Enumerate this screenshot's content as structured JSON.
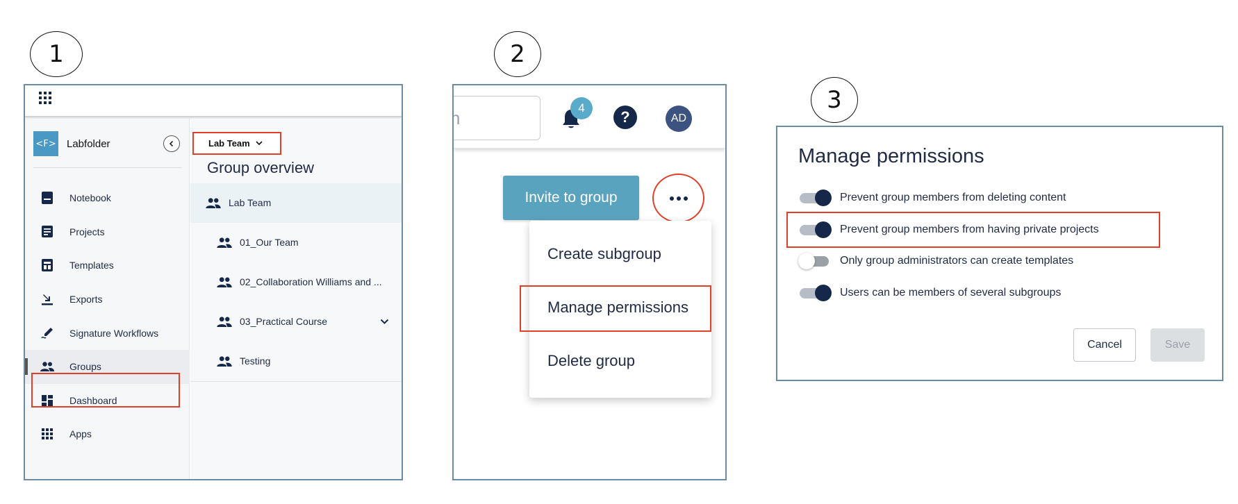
{
  "steps": [
    "1",
    "2",
    "3"
  ],
  "panel1": {
    "brand": {
      "logo_text": "<F>",
      "name": "Labfolder"
    },
    "nav": [
      {
        "label": "Notebook",
        "icon": "notebook-icon"
      },
      {
        "label": "Projects",
        "icon": "projects-icon"
      },
      {
        "label": "Templates",
        "icon": "templates-icon"
      },
      {
        "label": "Exports",
        "icon": "exports-icon"
      },
      {
        "label": "Signature Workflows",
        "icon": "signature-icon"
      },
      {
        "label": "Groups",
        "icon": "groups-icon",
        "active": true
      },
      {
        "label": "Dashboard",
        "icon": "dashboard-icon"
      },
      {
        "label": "Apps",
        "icon": "apps-icon"
      }
    ],
    "team_select": "Lab Team",
    "overview_title": "Group overview",
    "tree": [
      {
        "label": "Lab Team",
        "level": 0
      },
      {
        "label": "01_Our Team",
        "level": 1
      },
      {
        "label": "02_Collaboration Williams and ...",
        "level": 1
      },
      {
        "label": "03_Practical Course",
        "level": 1,
        "expandable": true
      },
      {
        "label": "Testing",
        "level": 1
      }
    ]
  },
  "panel2": {
    "search_value": "h",
    "notification_count": "4",
    "help_label": "?",
    "avatar_initials": "AD",
    "invite_label": "Invite to group",
    "menu": [
      "Create subgroup",
      "Manage permissions",
      "Delete group"
    ]
  },
  "panel3": {
    "title": "Manage permissions",
    "options": [
      {
        "label": "Prevent group members from deleting content",
        "on": true
      },
      {
        "label": "Prevent group members from having private projects",
        "on": true
      },
      {
        "label": "Only group administrators can create templates",
        "on": false
      },
      {
        "label": "Users can be members of several subgroups",
        "on": true
      }
    ],
    "cancel_label": "Cancel",
    "save_label": "Save"
  },
  "colors": {
    "highlight": "#e0402a",
    "primary_dark": "#15284a",
    "accent": "#5aa3bf",
    "panel_border": "#6b8ba4"
  }
}
